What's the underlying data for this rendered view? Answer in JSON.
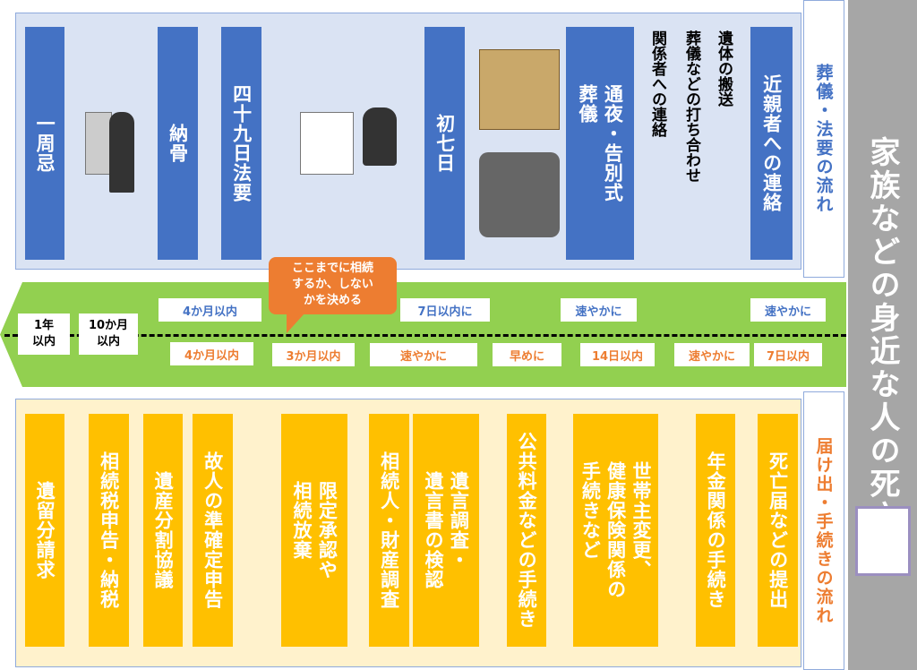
{
  "title": "家族などの身近な人の死亡",
  "top_section": {
    "label": "葬儀・法要の流れ",
    "boxes": [
      "一周忌",
      "納骨",
      "四十九日法要",
      "初七日",
      "通夜・告別式\n葬儀",
      "近親者への連絡"
    ],
    "notes": [
      "遺体の搬送",
      "葬儀などの打ち合わせ",
      "関係者への連絡"
    ]
  },
  "timeline": {
    "left": [
      "1年\n以内",
      "10か月\n以内"
    ],
    "upper": [
      "4か月以内",
      "7日以内に",
      "速やかに",
      "速やかに"
    ],
    "lower": [
      "4か月以内",
      "3か月以内",
      "速やかに",
      "早めに",
      "14日以内",
      "速やかに",
      "7日以内"
    ],
    "callout": "ここまでに相続\nするか、しない\nかを決める"
  },
  "bottom_section": {
    "label": "届け出・手続きの流れ",
    "boxes": [
      "遺留分請求",
      "相続税申告・納税",
      "遺産分割協議",
      "故人の準確定申告",
      "限定承認や\n相続放棄",
      "相続人・財産調査",
      "遺言調査・\n遺言書の検認",
      "公共料金などの手続き",
      "世帯主変更、\n健康保険関係の\n手続きなど",
      "年金関係の手続き",
      "死亡届などの提出"
    ]
  }
}
